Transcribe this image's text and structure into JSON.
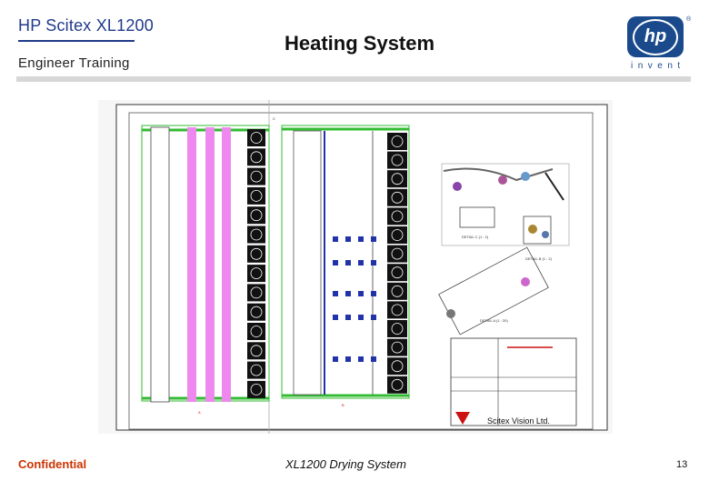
{
  "header": {
    "brand": "HP Scitex XL1200",
    "subtitle": "Engineer  Training",
    "title": "Heating System",
    "logo_text": "hp",
    "logo_tagline": "invent",
    "logo_mark": "®"
  },
  "drawing": {
    "title_block_company": "Scitex Vision Ltd.",
    "detail_labels": [
      "DETAIL C (1 : 2)",
      "DETAIL B (1 : 2)",
      "DETAIL A (1 : 20)"
    ],
    "section_labels": [
      "A",
      "B",
      "C"
    ],
    "colors": {
      "heater_pink": "#ee88ee",
      "frame_green": "#33bb33",
      "fan_dark": "#111111",
      "lamp_blue": "#2233aa",
      "title_red": "#cc1111"
    }
  },
  "footer": {
    "confidential": "Confidential",
    "center": "XL1200 Drying System",
    "page_number": "13"
  }
}
